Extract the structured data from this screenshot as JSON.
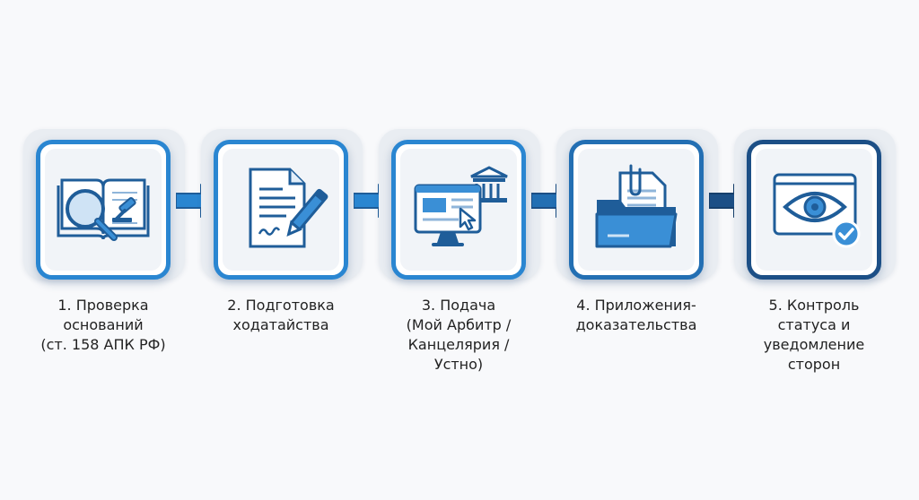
{
  "steps": [
    {
      "label": "1. Проверка\nоснований\n(ст. 158 АПК РФ)",
      "icon": "book-magnifier-gavel-icon",
      "border": "#2a86d1"
    },
    {
      "label": "2. Подготовка\nходатайства",
      "icon": "document-pen-icon",
      "border": "#2a86d1"
    },
    {
      "label": "3. Подача\n(Мой Арбитр /\nКанцелярия /\nУстно)",
      "icon": "monitor-courthouse-icon",
      "border": "#2a86d1"
    },
    {
      "label": "4. Приложения-\nдоказательства",
      "icon": "folder-paperclip-icon",
      "border": "#236fb3"
    },
    {
      "label": "5. Контроль\nстатуса и\nуведомление\nсторон",
      "icon": "eye-checkmark-icon",
      "border": "#1c4f86"
    }
  ],
  "colors": {
    "primary": "#2a86d1",
    "dark": "#1c4f86",
    "icon_fill": "#3a8fd6"
  }
}
